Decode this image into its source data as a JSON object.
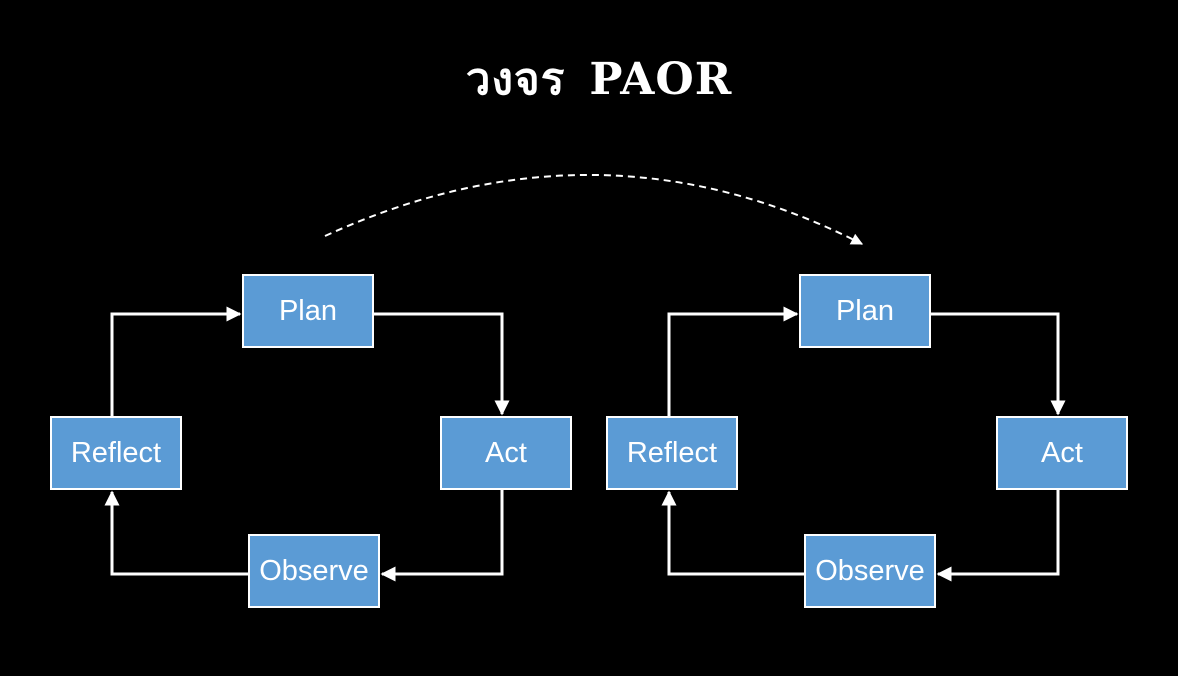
{
  "title": {
    "word1": "วงจร",
    "word2": "PAOR"
  },
  "cycles": [
    {
      "plan": "Plan",
      "act": "Act",
      "observe": "Observe",
      "reflect": "Reflect"
    },
    {
      "plan": "Plan",
      "act": "Act",
      "observe": "Observe",
      "reflect": "Reflect"
    }
  ],
  "colors": {
    "background": "#000000",
    "box_fill": "#5b9bd5",
    "stroke": "#ffffff",
    "text": "#ffffff"
  }
}
